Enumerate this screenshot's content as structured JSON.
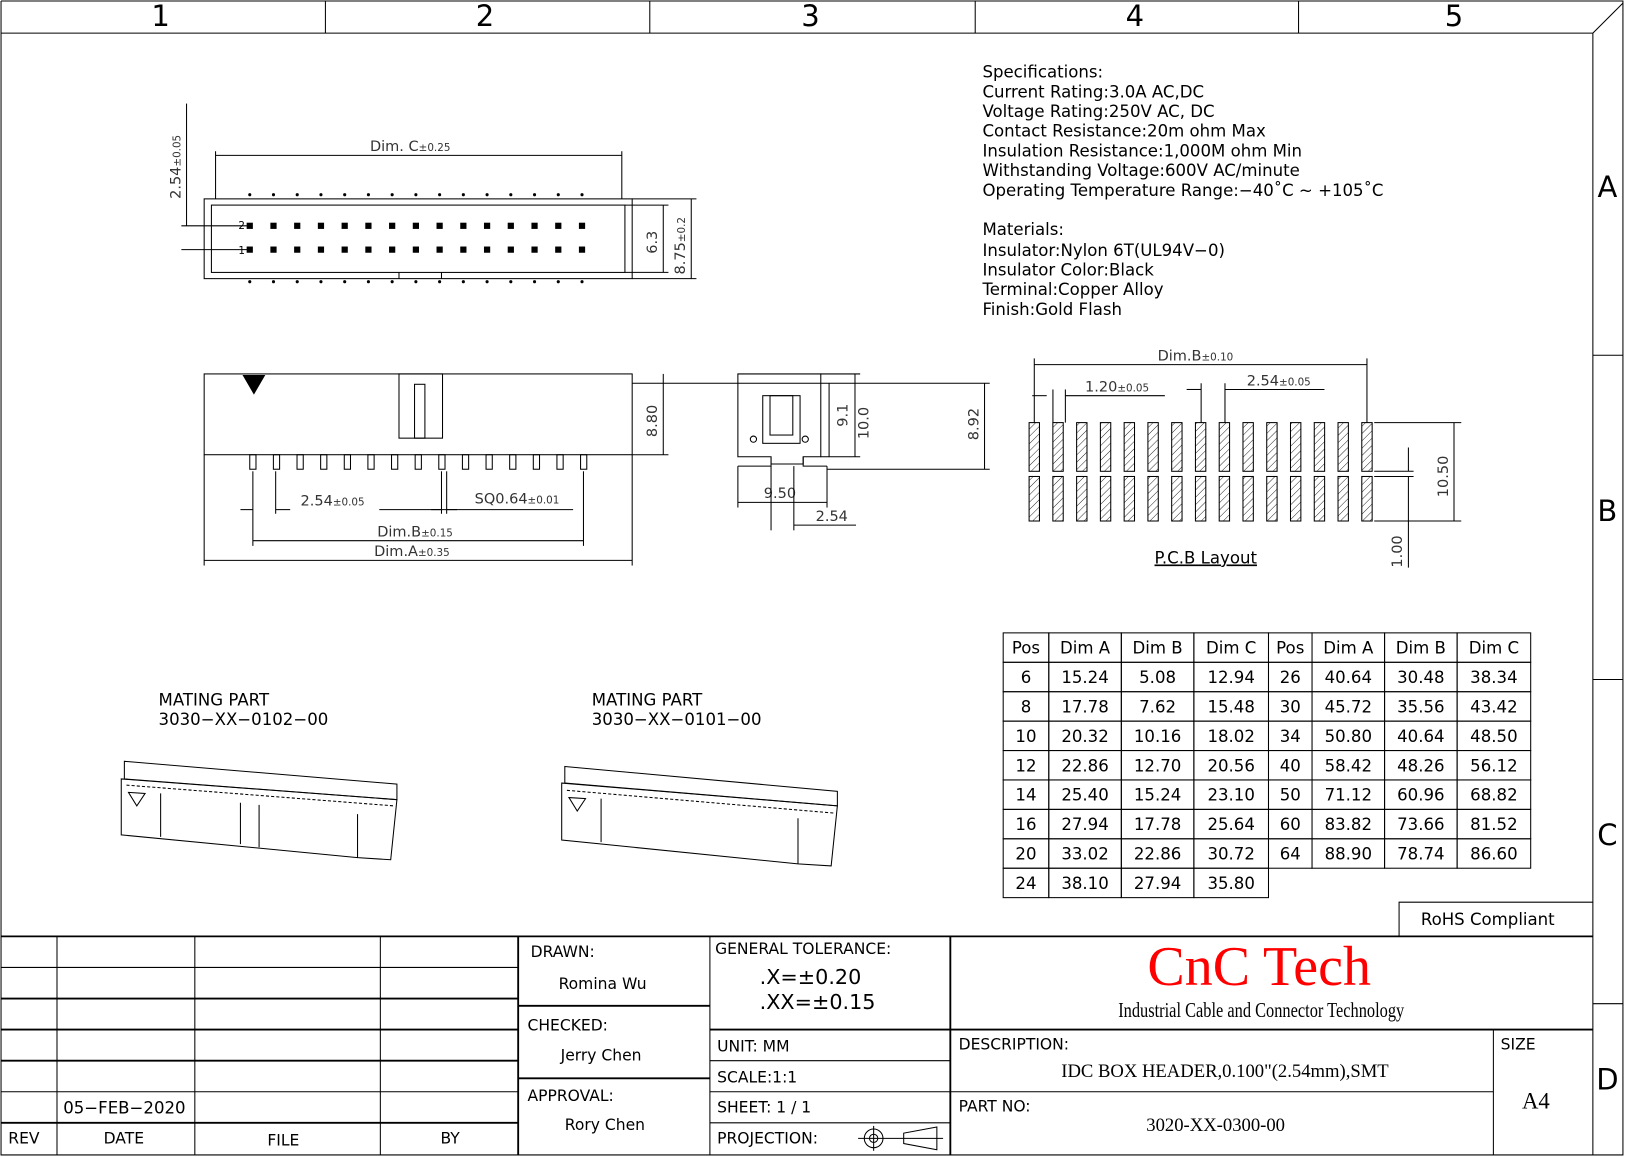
{
  "zones": {
    "columns": [
      "1",
      "2",
      "3",
      "4",
      "5"
    ],
    "rows": [
      "A",
      "B",
      "C",
      "D"
    ]
  },
  "specifications": {
    "title": "Specifications:",
    "lines": [
      "Current  Rating:3.0A  AC,DC",
      "Voltage  Rating:250V  AC,  DC",
      "Contact  Resistance:20m  ohm  Max",
      "Insulation  Resistance:1,000M  ohm  Min",
      "Withstanding  Voltage:600V  AC/minute",
      "Operating  Temperature  Range:−40˚C  ~  +105˚C"
    ]
  },
  "materials": {
    "title": "Materials:",
    "lines": [
      "Insulator:Nylon  6T(UL94V−0)",
      "Insulator  Color:Black",
      "Terminal:Copper  Alloy",
      "Finish:Gold  Flash"
    ]
  },
  "top_view": {
    "dim_c": "Dim.  C",
    "dim_c_tol": "±0.25",
    "pitch": "2.54",
    "pitch_tol": "±0.05",
    "h1": "6.3",
    "h2": "8.75",
    "h2_tol": "±0.2",
    "pin2": "2",
    "pin1": "1"
  },
  "front_view": {
    "height": "8.80",
    "pitch": "2.54",
    "pitch_tol": "±0.05",
    "sq": "SQ0.64",
    "sq_tol": "±0.01",
    "dim_b": "Dim.B",
    "dim_b_tol": "±0.15",
    "dim_a": "Dim.A",
    "dim_a_tol": "±0.35"
  },
  "side_view": {
    "h1": "9.1",
    "h2": "10.0",
    "h3": "8.92",
    "w": "9.50",
    "pitch": "2.54"
  },
  "pcb_layout": {
    "title": "P.C.B  Layout",
    "dim_b": "Dim.B",
    "dim_b_tol": "±0.10",
    "pad": "1.20",
    "pad_tol": "±0.05",
    "pitch": "2.54",
    "pitch_tol": "±0.05",
    "row": "10.50",
    "width": "1.00"
  },
  "mating_parts": [
    {
      "label": "MATING  PART",
      "part_no": "3030−XX−0102−00"
    },
    {
      "label": "MATING  PART",
      "part_no": "3030−XX−0101−00"
    }
  ],
  "dim_table": {
    "headers": [
      "Pos",
      "Dim  A",
      "Dim  B",
      "Dim  C",
      "Pos",
      "Dim  A",
      "Dim  B",
      "Dim  C"
    ],
    "rows": [
      [
        "6",
        "15.24",
        "5.08",
        "12.94",
        "26",
        "40.64",
        "30.48",
        "38.34"
      ],
      [
        "8",
        "17.78",
        "7.62",
        "15.48",
        "30",
        "45.72",
        "35.56",
        "43.42"
      ],
      [
        "10",
        "20.32",
        "10.16",
        "18.02",
        "34",
        "50.80",
        "40.64",
        "48.50"
      ],
      [
        "12",
        "22.86",
        "12.70",
        "20.56",
        "40",
        "58.42",
        "48.26",
        "56.12"
      ],
      [
        "14",
        "25.40",
        "15.24",
        "23.10",
        "50",
        "71.12",
        "60.96",
        "68.82"
      ],
      [
        "16",
        "27.94",
        "17.78",
        "25.64",
        "60",
        "83.82",
        "73.66",
        "81.52"
      ],
      [
        "20",
        "33.02",
        "22.86",
        "30.72",
        "64",
        "88.90",
        "78.74",
        "86.60"
      ],
      [
        "24",
        "38.10",
        "27.94",
        "35.80",
        "",
        "",
        "",
        ""
      ]
    ]
  },
  "rohs": "RoHS  Compliant",
  "title_block": {
    "rev_headers": {
      "rev": "REV",
      "date": "DATE",
      "file": "FILE",
      "by": "BY"
    },
    "rev_date": "05−FEB−2020",
    "drawn_label": "DRAWN:",
    "drawn": "Romina  Wu",
    "checked_label": "CHECKED:",
    "checked": "Jerry  Chen",
    "approval_label": "APPROVAL:",
    "approval": "Rory  Chen",
    "tolerance_label": "GENERAL  TOLERANCE:",
    "tol_x": ".X=±0.20",
    "tol_xx": ".XX=±0.15",
    "unit": "UNIT:  MM",
    "scale": "SCALE:1:1",
    "sheet": "SHEET:  1  /  1",
    "projection": "PROJECTION:",
    "company": "CnC Tech",
    "company_tagline": "Industrial Cable and Connector Technology",
    "company_color": "#ff0000",
    "description_label": "DESCRIPTION:",
    "description": "IDC BOX HEADER,0.100\"(2.54mm),SMT",
    "part_no_label": "PART  NO:",
    "part_no": "3020-XX-0300-00",
    "size_label": "SIZE",
    "size": "A4"
  }
}
